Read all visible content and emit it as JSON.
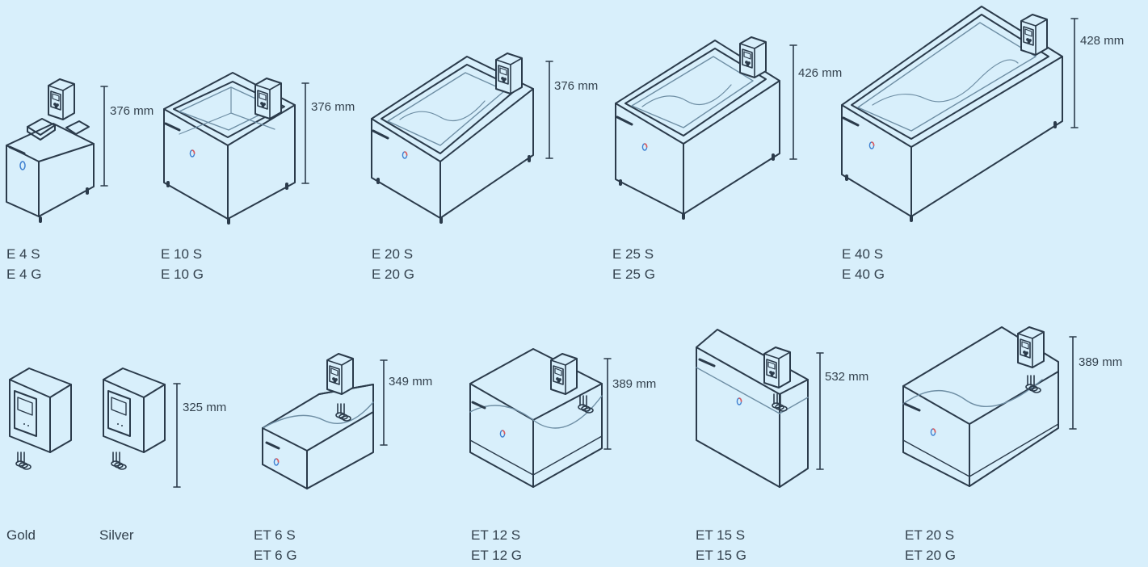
{
  "palette": {
    "background": "#d8effb",
    "line": "#2b3b4b",
    "water": "#6e8ea4",
    "accent_red": "#e05a5a",
    "accent_blue": "#3d7fd0"
  },
  "row1": [
    {
      "id": "e4",
      "height": "376 mm",
      "labels": [
        "E 4 S",
        "E 4 G"
      ]
    },
    {
      "id": "e10",
      "height": "376 mm",
      "labels": [
        "E 10 S",
        "E 10 G"
      ]
    },
    {
      "id": "e20",
      "height": "376 mm",
      "labels": [
        "E 20 S",
        "E 20 G"
      ]
    },
    {
      "id": "e25",
      "height": "426 mm",
      "labels": [
        "E 25 S",
        "E 25 G"
      ]
    },
    {
      "id": "e40",
      "height": "428 mm",
      "labels": [
        "E 40 S",
        "E 40 G"
      ]
    }
  ],
  "row2": [
    {
      "id": "gold",
      "height": "",
      "labels": [
        "Gold"
      ]
    },
    {
      "id": "silver",
      "height": "325 mm",
      "labels": [
        "Silver"
      ]
    },
    {
      "id": "et6",
      "height": "349 mm",
      "labels": [
        "ET 6 S",
        "ET 6 G"
      ]
    },
    {
      "id": "et12",
      "height": "389 mm",
      "labels": [
        "ET 12 S",
        "ET 12 G"
      ]
    },
    {
      "id": "et15",
      "height": "532 mm",
      "labels": [
        "ET 15 S",
        "ET 15 G"
      ]
    },
    {
      "id": "et20",
      "height": "389 mm",
      "labels": [
        "ET 20 S",
        "ET 20 G"
      ]
    }
  ]
}
